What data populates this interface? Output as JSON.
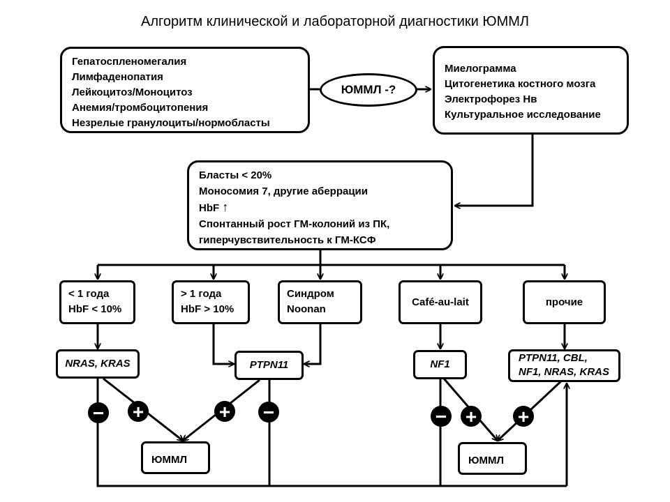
{
  "title": "Алгоритм клинической и лабораторной диагностики ЮММЛ",
  "symptoms": [
    "Гепатоспленомегалия",
    "Лимфаденопатия",
    "Лейкоцитоз/Моноцитоз",
    "Анемия/тромбоцитопения",
    "Незрелые гранулоциты/нормобласты"
  ],
  "question": "ЮММЛ -?",
  "tests": [
    "Миелограмма",
    "Цитогенетика костного мозга",
    "Электрофорез Нв",
    "Культуральное исследование"
  ],
  "findings": [
    "Бласты < 20%",
    "Моносомия 7, другие аберрации",
    "HbF",
    "Спонтанный рост ГМ-колоний из ПК,",
    "гиперчувствительность к ГМ-КСФ"
  ],
  "hbf_arrow": "↑",
  "categories": [
    {
      "lines": [
        "< 1 года",
        "HbF < 10%"
      ]
    },
    {
      "lines": [
        "> 1 года",
        "HbF > 10%"
      ]
    },
    {
      "lines": [
        "Синдром",
        "Noonan"
      ]
    },
    {
      "lines": [
        "Café-au-lait"
      ]
    },
    {
      "lines": [
        "прочие"
      ]
    }
  ],
  "genes": {
    "nras_kras": "NRAS, KRAS",
    "ptpn11": "PTPN11",
    "nf1": "NF1",
    "others": [
      "PTPN11, CBL,",
      "NF1, NRAS, KRAS"
    ]
  },
  "outcome": "ЮММЛ",
  "signs": {
    "minus": "−",
    "plus": "+"
  }
}
